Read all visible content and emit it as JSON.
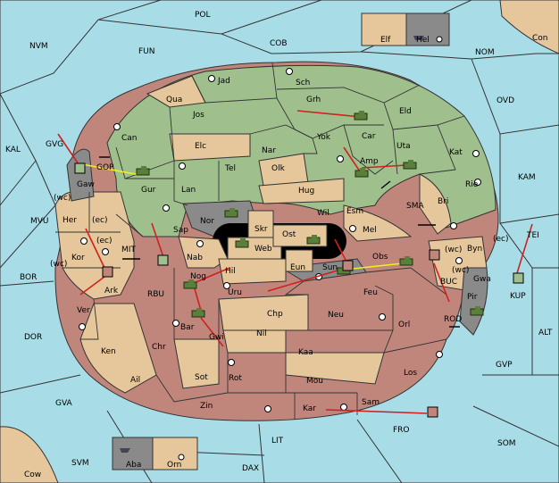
{
  "colors": {
    "sea": "#a8dde8",
    "green_power": "#9fc08c",
    "neutral": "#e6c79c",
    "red_power": "#c0867c",
    "impassable": "#8a8a8a",
    "move_arrow": "#d02020",
    "support_arrow": "#f0f020"
  },
  "sea_labels": [
    "POL",
    "NVM",
    "FUN",
    "COB",
    "NOM",
    "OVD",
    "KAL",
    "GVG",
    "KAM",
    "MVU",
    "SMA",
    "TEI",
    "BOR",
    "MIT",
    "RBU",
    "BUC",
    "KUP",
    "DOR",
    "ROD",
    "ALT",
    "GVP",
    "GVA",
    "FRO",
    "SOM",
    "LIT",
    "SVM",
    "DAX"
  ],
  "territory_labels": {
    "green": [
      "Jad",
      "Sch",
      "Qua",
      "Jos",
      "Grh",
      "Eld",
      "Can",
      "Car",
      "Elc",
      "Nar",
      "Yok",
      "Uta",
      "Kat",
      "Tel",
      "Amp",
      "Gur",
      "Olk",
      "Lan",
      "Hug",
      "Rie",
      "Bri",
      "Nor",
      "Sap",
      "Wil",
      "Esm"
    ],
    "tan_inner": [
      "Skr",
      "Ost",
      "Web",
      "Mel",
      "Nab",
      "Eun",
      "Hil",
      "Sun",
      "Uru",
      "Chp",
      "Nil"
    ],
    "red": [
      "Obs",
      "Feu",
      "Nog",
      "Neu",
      "Orl",
      "Bar",
      "Gwi",
      "Kaa",
      "Rot",
      "Sot",
      "Mou",
      "Los",
      "Zin",
      "Kar",
      "Sam"
    ],
    "west_ring": [
      "Gaw",
      "Her",
      "Kor",
      "Ark",
      "Ver",
      "Ken",
      "Chr",
      "Ail",
      "Byn",
      "Gwa",
      "Pir"
    ]
  },
  "coast_tags": [
    "(wc)",
    "(ec)",
    "(ec)",
    "(wc)",
    "(wc)",
    "(ec)",
    "(wc)"
  ],
  "corner_boxes": {
    "top_right_pair": [
      "Elf",
      "Hel"
    ],
    "bottom_left_pair": [
      "Aba",
      "Orn"
    ],
    "corners": [
      "Con",
      "Cow"
    ]
  },
  "orders": {
    "gop": "GOP"
  }
}
